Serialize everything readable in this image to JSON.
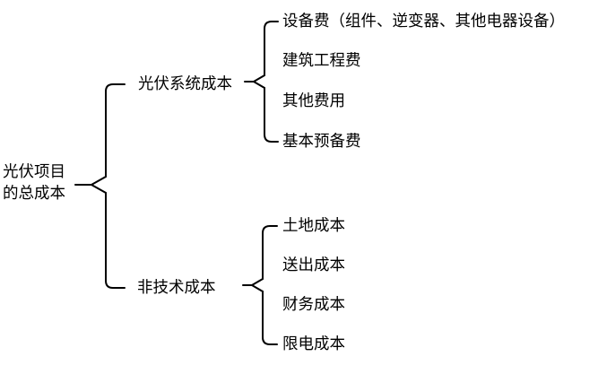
{
  "diagram": {
    "type": "tree-bracket-diagram",
    "root": {
      "label": "光伏项目的总成本",
      "lines": [
        "光伏项目",
        "的总成本"
      ]
    },
    "branches": [
      {
        "label": "光伏系统成本",
        "children": [
          "设备费（组件、逆变器、其他电器设备）",
          "建筑工程费",
          "其他费用",
          "基本预备费"
        ]
      },
      {
        "label": "非技术成本",
        "children": [
          "土地成本",
          "送出成本",
          "财务成本",
          "限电成本"
        ]
      }
    ]
  },
  "colors": {
    "line": "#000000",
    "text": "#000000",
    "background": "#ffffff"
  }
}
